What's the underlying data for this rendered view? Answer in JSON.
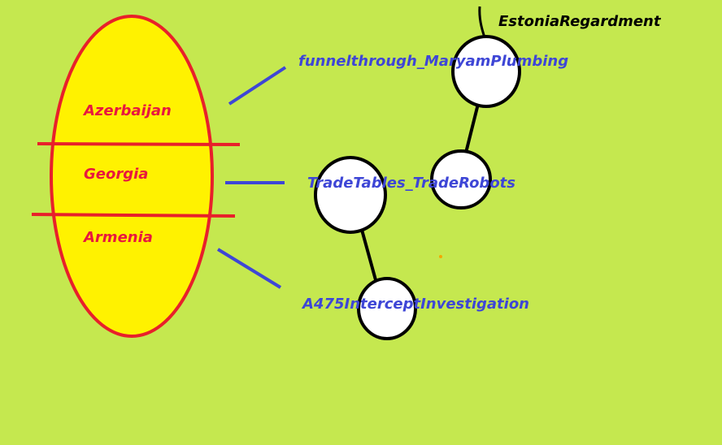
{
  "regions": [
    {
      "name": "Azerbaijan"
    },
    {
      "name": "Georgia"
    },
    {
      "name": "Armenia"
    }
  ],
  "labels": {
    "top_node": "EstoniaRegardment",
    "node_1": "funnelthrough_MaryamPlumbing",
    "node_2": "TradeTables_TradeRobots",
    "node_3": "A475InterceptInvestigation"
  },
  "colors": {
    "background": "#c5e84f",
    "ellipse_fill": "#fff200",
    "ellipse_stroke": "#e8202a",
    "region_text": "#e8173f",
    "connector": "#3e46d6",
    "node_fill": "#ffffff",
    "node_stroke": "#000000"
  }
}
